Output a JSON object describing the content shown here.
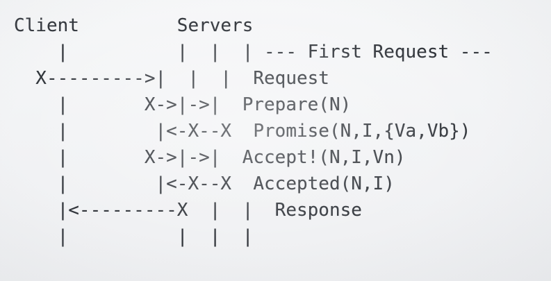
{
  "diagram": {
    "kind": "ascii-sequence-diagram",
    "title_row": {
      "client_label": "Client",
      "servers_label": "Servers"
    },
    "colors": {
      "background": "#f2f3f5",
      "text": "#30343a"
    },
    "columns": {
      "client_lifeline_char": 4,
      "server_lifeline_chars": [
        15,
        18,
        21
      ],
      "message_label_char": 25
    },
    "rows": [
      {
        "id": "row-1",
        "client": "|",
        "servers": "|  |  |",
        "arrows": "",
        "label": "--- First Request ---",
        "art": "    |          |  |  | --- First Request ---"
      },
      {
        "id": "row-2",
        "client": "X",
        "servers": "|  |  |",
        "arrows": "X--------->|",
        "label": "Request",
        "art": "  X--------->|  |  |  Request"
      },
      {
        "id": "row-3",
        "client": "|",
        "servers": "|->|",
        "arrows": "X->|->|",
        "label": "Prepare(N)",
        "art": "    |       X->|->|  Prepare(N)"
      },
      {
        "id": "row-4",
        "client": "|",
        "servers": "|<-X--X",
        "arrows": "|<-X--X",
        "label": "Promise(N,I,{Va,Vb})",
        "art": "    |        |<-X--X  Promise(N,I,{Va,Vb})"
      },
      {
        "id": "row-5",
        "client": "|",
        "servers": "|->|",
        "arrows": "X->|->|",
        "label": "Accept!(N,I,Vn)",
        "art": "    |       X->|->|  Accept!(N,I,Vn)"
      },
      {
        "id": "row-6",
        "client": "|",
        "servers": "|<-X--X",
        "arrows": "|<-X--X",
        "label": "Accepted(N,I)",
        "art": "    |        |<-X--X  Accepted(N,I)"
      },
      {
        "id": "row-7",
        "client": "|",
        "servers": "|  |  |",
        "arrows": "|<---------X",
        "label": "Response",
        "art": "    |<---------X  |  |  Response"
      },
      {
        "id": "row-8",
        "client": "|",
        "servers": "|  |  |",
        "arrows": "",
        "label": "",
        "art": "    |          |  |  |"
      }
    ],
    "full_art": "Client         Servers\n    |          |  |  | --- First Request ---\n  X--------->|  |  |  Request\n    |       X->|->|  Prepare(N)\n    |        |<-X--X  Promise(N,I,{Va,Vb})\n    |       X->|->|  Accept!(N,I,Vn)\n    |        |<-X--X  Accepted(N,I)\n    |<---------X  |  |  Response\n    |          |  |  |",
    "messages": [
      "--- First Request ---",
      "Request",
      "Prepare(N)",
      "Promise(N,I,{Va,Vb})",
      "Accept!(N,I,Vn)",
      "Accepted(N,I)",
      "Response"
    ]
  }
}
